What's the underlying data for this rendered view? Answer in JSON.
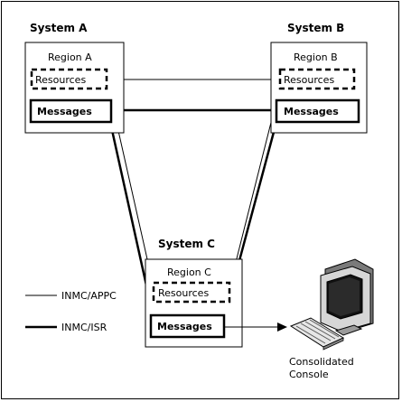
{
  "systems": {
    "a": {
      "title": "System A",
      "region": "Region A",
      "resources": "Resources",
      "messages": "Messages"
    },
    "b": {
      "title": "System B",
      "region": "Region B",
      "resources": "Resources",
      "messages": "Messages"
    },
    "c": {
      "title": "System C",
      "region": "Region C",
      "resources": "Resources",
      "messages": "Messages"
    }
  },
  "legend": {
    "appc": "INMC/APPC",
    "isr": "INMC/ISR"
  },
  "console": {
    "line1": "Consolidated",
    "line2": "Console",
    "icon": "computer-icon"
  }
}
